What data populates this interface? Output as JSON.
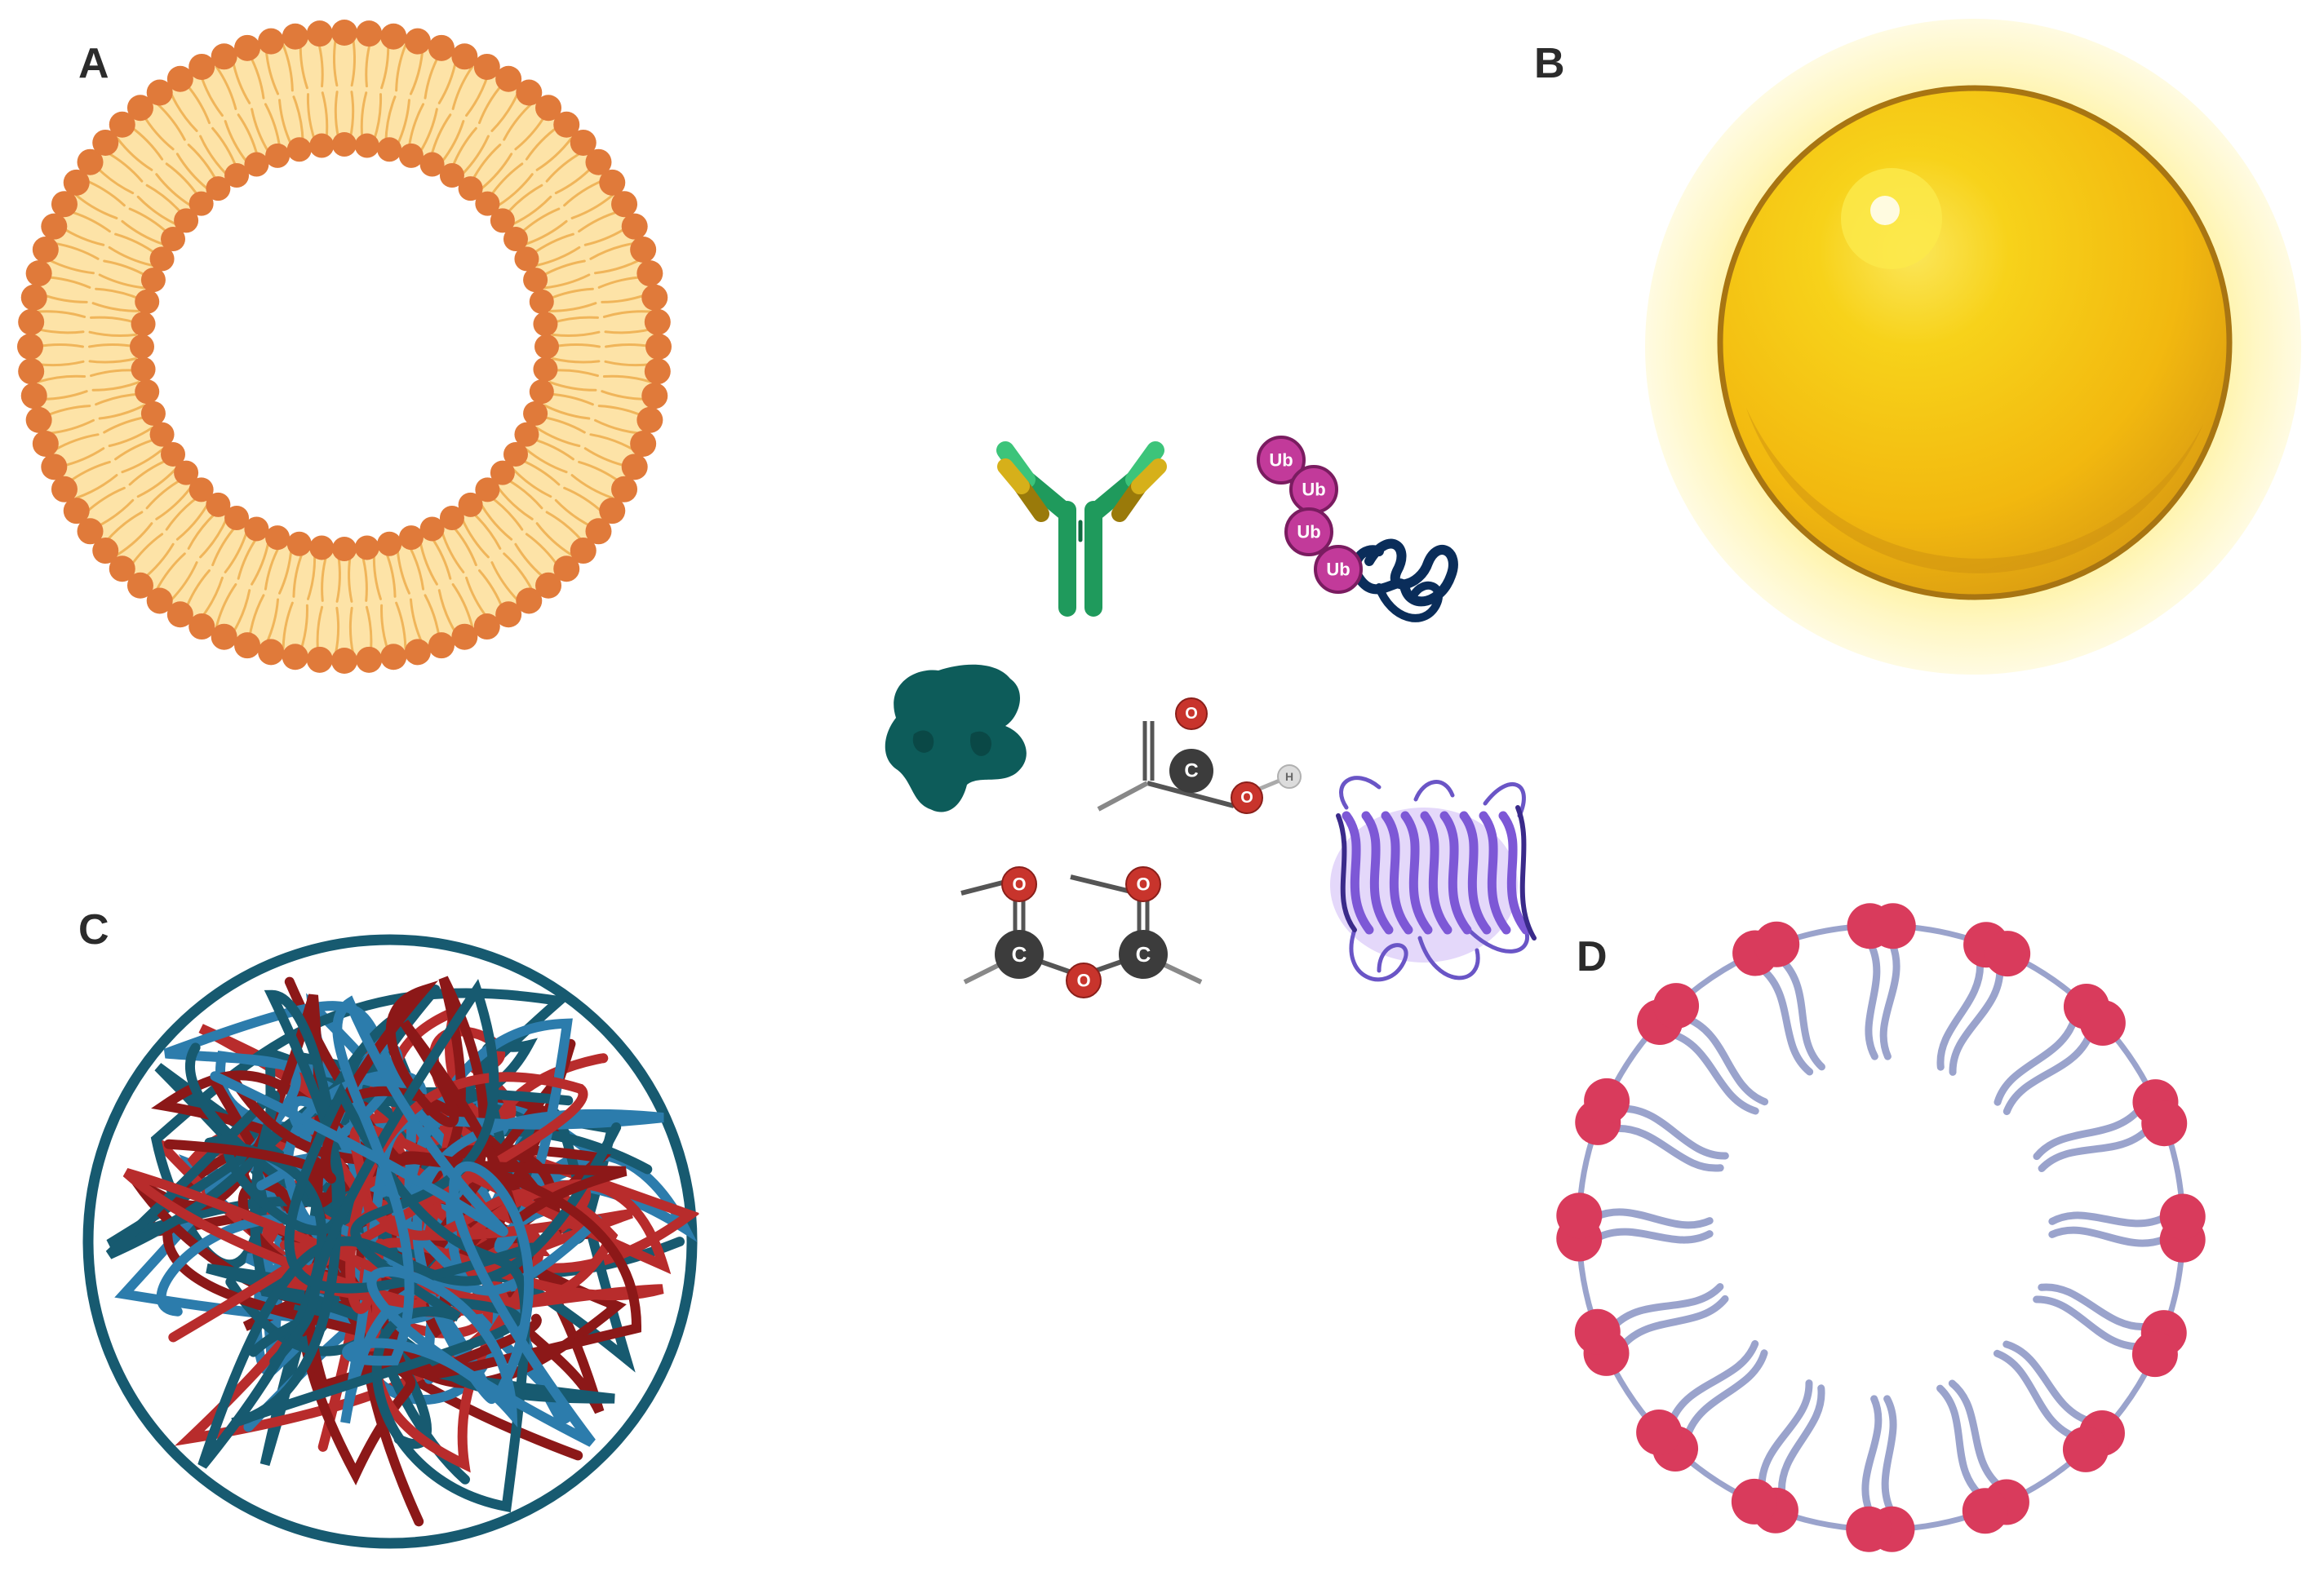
{
  "panels": {
    "a": {
      "label": "A"
    },
    "b": {
      "label": "B"
    },
    "c": {
      "label": "C"
    },
    "d": {
      "label": "D"
    }
  },
  "ubiquitin": {
    "tag": "Ub"
  },
  "atoms": {
    "carbon": "C",
    "oxygen": "O",
    "hydrogen": "H"
  },
  "colors": {
    "liposome_head": "#e07a3a",
    "liposome_fill": "#fde3a7",
    "gold": "#f2b80f",
    "glow": "#fff8c4",
    "micelle_head": "#d93b5c",
    "micelle_tail": "#9aa3cc",
    "polymer_red": "#b82c2c",
    "polymer_darkred": "#8c1818",
    "polymer_blue": "#2c7cac",
    "polymer_teal": "#175a70",
    "antibody_green": "#1f9a5c",
    "antibody_gold": "#c9a10a",
    "ub_magenta": "#c23a9a",
    "protein_teal": "#0d5c5a",
    "barrel_purple": "#7d58d6",
    "atom_carbon": "#3c3c3c",
    "atom_oxygen": "#c8342c",
    "atom_hydrogen": "#dcdcdc"
  }
}
